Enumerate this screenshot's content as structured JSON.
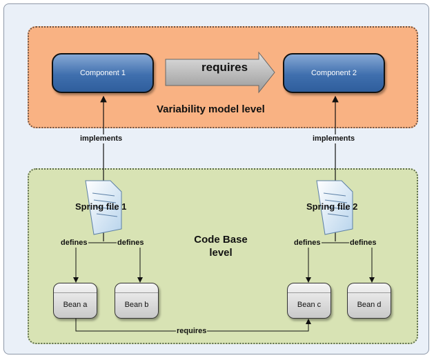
{
  "levels": {
    "variability": "Variability model level",
    "codebase": "Code Base\nlevel"
  },
  "components": {
    "c1": "Component 1",
    "c2": "Component 2",
    "requires": "requires"
  },
  "spring_files": {
    "f1": "Spring file 1",
    "f2": "Spring file 2"
  },
  "labels": {
    "implements": "implements",
    "defines": "defines",
    "requires": "requires"
  },
  "beans": {
    "a": "Bean a",
    "b": "Bean b",
    "c": "Bean c",
    "d": "Bean d"
  }
}
